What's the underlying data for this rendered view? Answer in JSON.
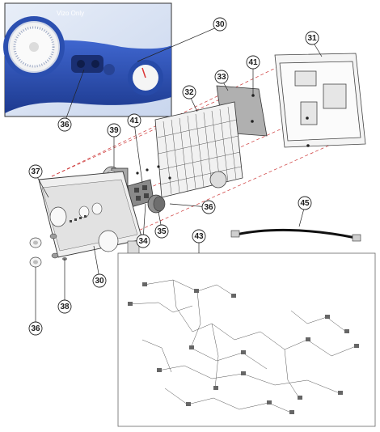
{
  "inset": {
    "caption": "Vizo Only"
  },
  "callouts": [
    {
      "id": "c30a",
      "label": "30"
    },
    {
      "id": "c31",
      "label": "31"
    },
    {
      "id": "c41a",
      "label": "41"
    },
    {
      "id": "c33",
      "label": "33"
    },
    {
      "id": "c32",
      "label": "32"
    },
    {
      "id": "c39",
      "label": "39"
    },
    {
      "id": "c41b",
      "label": "41"
    },
    {
      "id": "c36a",
      "label": "36"
    },
    {
      "id": "c37",
      "label": "37"
    },
    {
      "id": "c36b",
      "label": "36"
    },
    {
      "id": "c45",
      "label": "45"
    },
    {
      "id": "c35",
      "label": "35"
    },
    {
      "id": "c34",
      "label": "34"
    },
    {
      "id": "c43",
      "label": "43"
    },
    {
      "id": "c30b",
      "label": "30"
    },
    {
      "id": "c38",
      "label": "38"
    },
    {
      "id": "c36c",
      "label": "36"
    }
  ],
  "colors": {
    "inset_blue": "#2a4fb8",
    "line": "#333333",
    "dashed": "#cc3333",
    "callout_fill": "#ffffff"
  }
}
